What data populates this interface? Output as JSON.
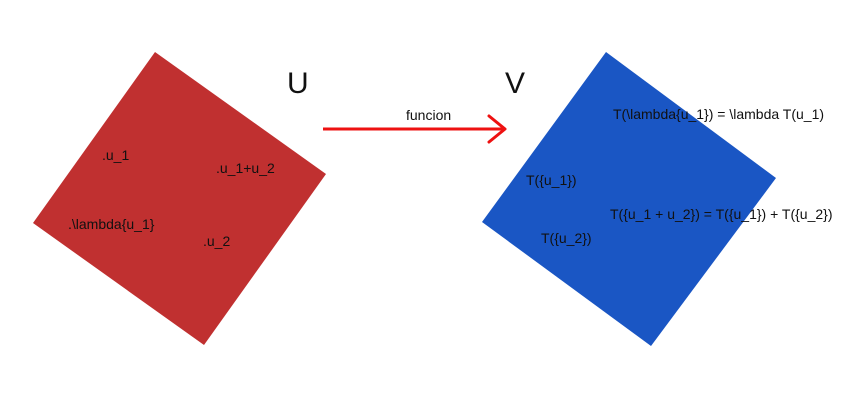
{
  "colors": {
    "domain_fill": "#C03030",
    "codomain_fill": "#1A56C4",
    "arrow": "#EE1111",
    "text": "#111111"
  },
  "domain": {
    "title": "U",
    "points": {
      "u1": ".u_1",
      "u1_plus_u2": ".u_1+u_2",
      "lambda_u1": ".\\lambda{u_1}",
      "u2": ".u_2"
    }
  },
  "codomain": {
    "title": "V",
    "points": {
      "t_lambda_u1": "T(\\lambda{u_1}) = \\lambda T(u_1)",
      "t_u1": "T({u_1})",
      "t_sum": "T({u_1 + u_2}) = T({u_1}) + T({u_2})",
      "t_u2": "T({u_2})"
    }
  },
  "mapping": {
    "label": "funcion"
  }
}
